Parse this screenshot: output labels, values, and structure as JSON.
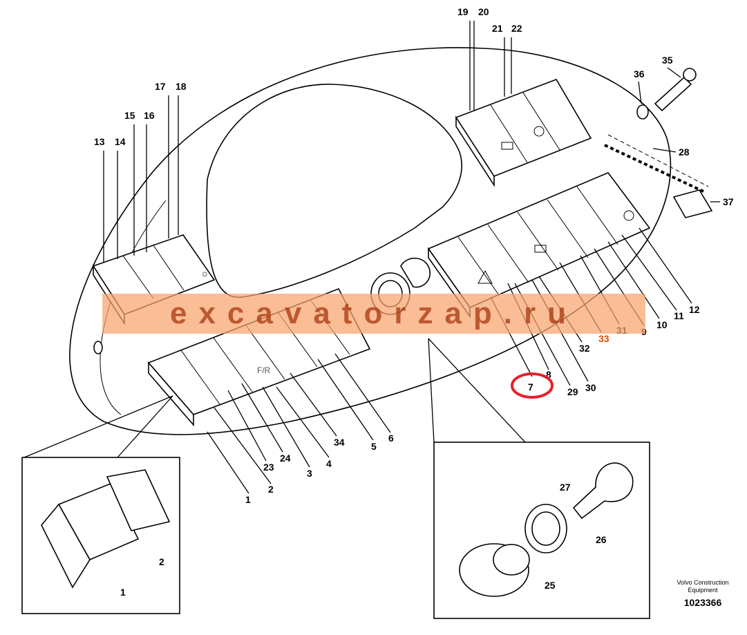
{
  "callouts": [
    "1",
    "2",
    "3",
    "4",
    "5",
    "6",
    "7",
    "8",
    "9",
    "10",
    "11",
    "12",
    "13",
    "14",
    "15",
    "16",
    "17",
    "18",
    "19",
    "20",
    "21",
    "22",
    "23",
    "24",
    "25",
    "26",
    "27",
    "28",
    "29",
    "30",
    "31",
    "32",
    "33",
    "34",
    "35",
    "36",
    "37"
  ],
  "inset_left_callouts": [
    "1",
    "2"
  ],
  "inset_right_callouts": [
    "25",
    "26",
    "27"
  ],
  "highlighted_callout": "7",
  "watermark": "excavatorzap.ru",
  "footer": {
    "brand": "Volvo Construction Equipment",
    "drawing_number": "1023366"
  },
  "switch_symbols": {
    "fr_switch": "F/R"
  },
  "colors": {
    "highlight_ring": "#e8202a",
    "watermark": "#f8a46e",
    "orange_label": "#e64800"
  }
}
